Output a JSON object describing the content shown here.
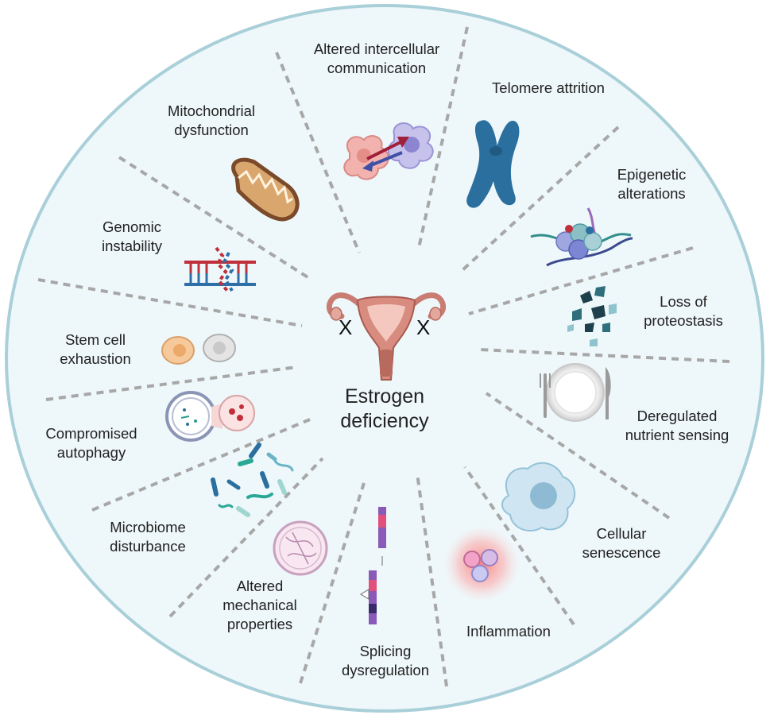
{
  "center": {
    "title_line1": "Estrogen",
    "title_line2": "deficiency",
    "left_mark": "X",
    "right_mark": "X"
  },
  "hallmarks": [
    {
      "line1": "Altered intercellular",
      "line2": "communication",
      "icon": "cell-communication-icon"
    },
    {
      "line1": "Telomere attrition",
      "line2": "",
      "icon": "chromosome-icon"
    },
    {
      "line1": "Epigenetic",
      "line2": "alterations",
      "icon": "nucleosome-icon"
    },
    {
      "line1": "Loss of",
      "line2": "proteostasis",
      "icon": "protein-fragments-icon"
    },
    {
      "line1": "Deregulated",
      "line2": "nutrient sensing",
      "icon": "plate-cutlery-icon"
    },
    {
      "line1": "Cellular",
      "line2": "senescence",
      "icon": "senescent-cell-icon"
    },
    {
      "line1": "Inflammation",
      "line2": "",
      "icon": "inflamed-cells-icon"
    },
    {
      "line1": "Splicing",
      "line2": "dysregulation",
      "icon": "splicing-icon"
    },
    {
      "line1": "Altered",
      "line2": "mechanical",
      "line3": "properties",
      "icon": "matrix-cell-icon"
    },
    {
      "line1": "Microbiome",
      "line2": "disturbance",
      "icon": "bacteria-icon"
    },
    {
      "line1": "Compromised",
      "line2": "autophagy",
      "icon": "autophagosome-icon"
    },
    {
      "line1": "Stem cell",
      "line2": "exhaustion",
      "icon": "stem-cells-icon"
    },
    {
      "line1": "Genomic",
      "line2": "instability",
      "icon": "broken-dna-icon"
    },
    {
      "line1": "Mitochondrial",
      "line2": "dysfunction",
      "icon": "mitochondrion-icon"
    }
  ],
  "colors": {
    "circle_fill": "#eef7fa",
    "circle_stroke": "#a9cfd9",
    "divider": "#a7a7a7",
    "uterus": "#c97d72",
    "chromosome": "#2a6f9e"
  }
}
